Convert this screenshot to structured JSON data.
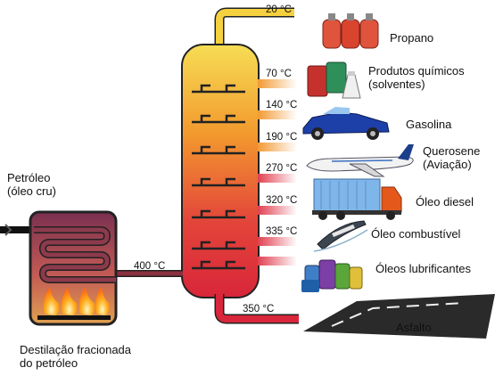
{
  "input": {
    "label": "Petróleo\n(óleo cru)"
  },
  "furnace": {
    "label": "Destilação fracionada\ndo petróleo",
    "temperature": "400 °C"
  },
  "fractions": [
    {
      "temperature": "20 °C",
      "product": "Propano",
      "icon": "gas-cylinders-icon"
    },
    {
      "temperature": "70 °C",
      "product": "Produtos químicos\n(solventes)",
      "icon": "chemical-drums-icon"
    },
    {
      "temperature": "140 °C",
      "product": "Gasolina",
      "icon": "car-icon"
    },
    {
      "temperature": "190 °C",
      "product": "Querosene\n(Aviação)",
      "icon": "airplane-icon"
    },
    {
      "temperature": "270 °C",
      "product": "Óleo diesel",
      "icon": "truck-icon"
    },
    {
      "temperature": "320 °C",
      "product": "Óleo combustível",
      "icon": "ship-icon"
    },
    {
      "temperature": "335 °C",
      "product": "Óleos lubrificantes",
      "icon": "oil-bottles-icon"
    },
    {
      "temperature": "350 °C",
      "product": "Asfalto",
      "icon": "asphalt-road-icon"
    }
  ],
  "colors": {
    "column_top": "#f4cf4a",
    "column_bottom": "#d8263a",
    "outline": "#222222",
    "furnace_fill": "#c06a6a",
    "flame": "#ff9a1e"
  }
}
